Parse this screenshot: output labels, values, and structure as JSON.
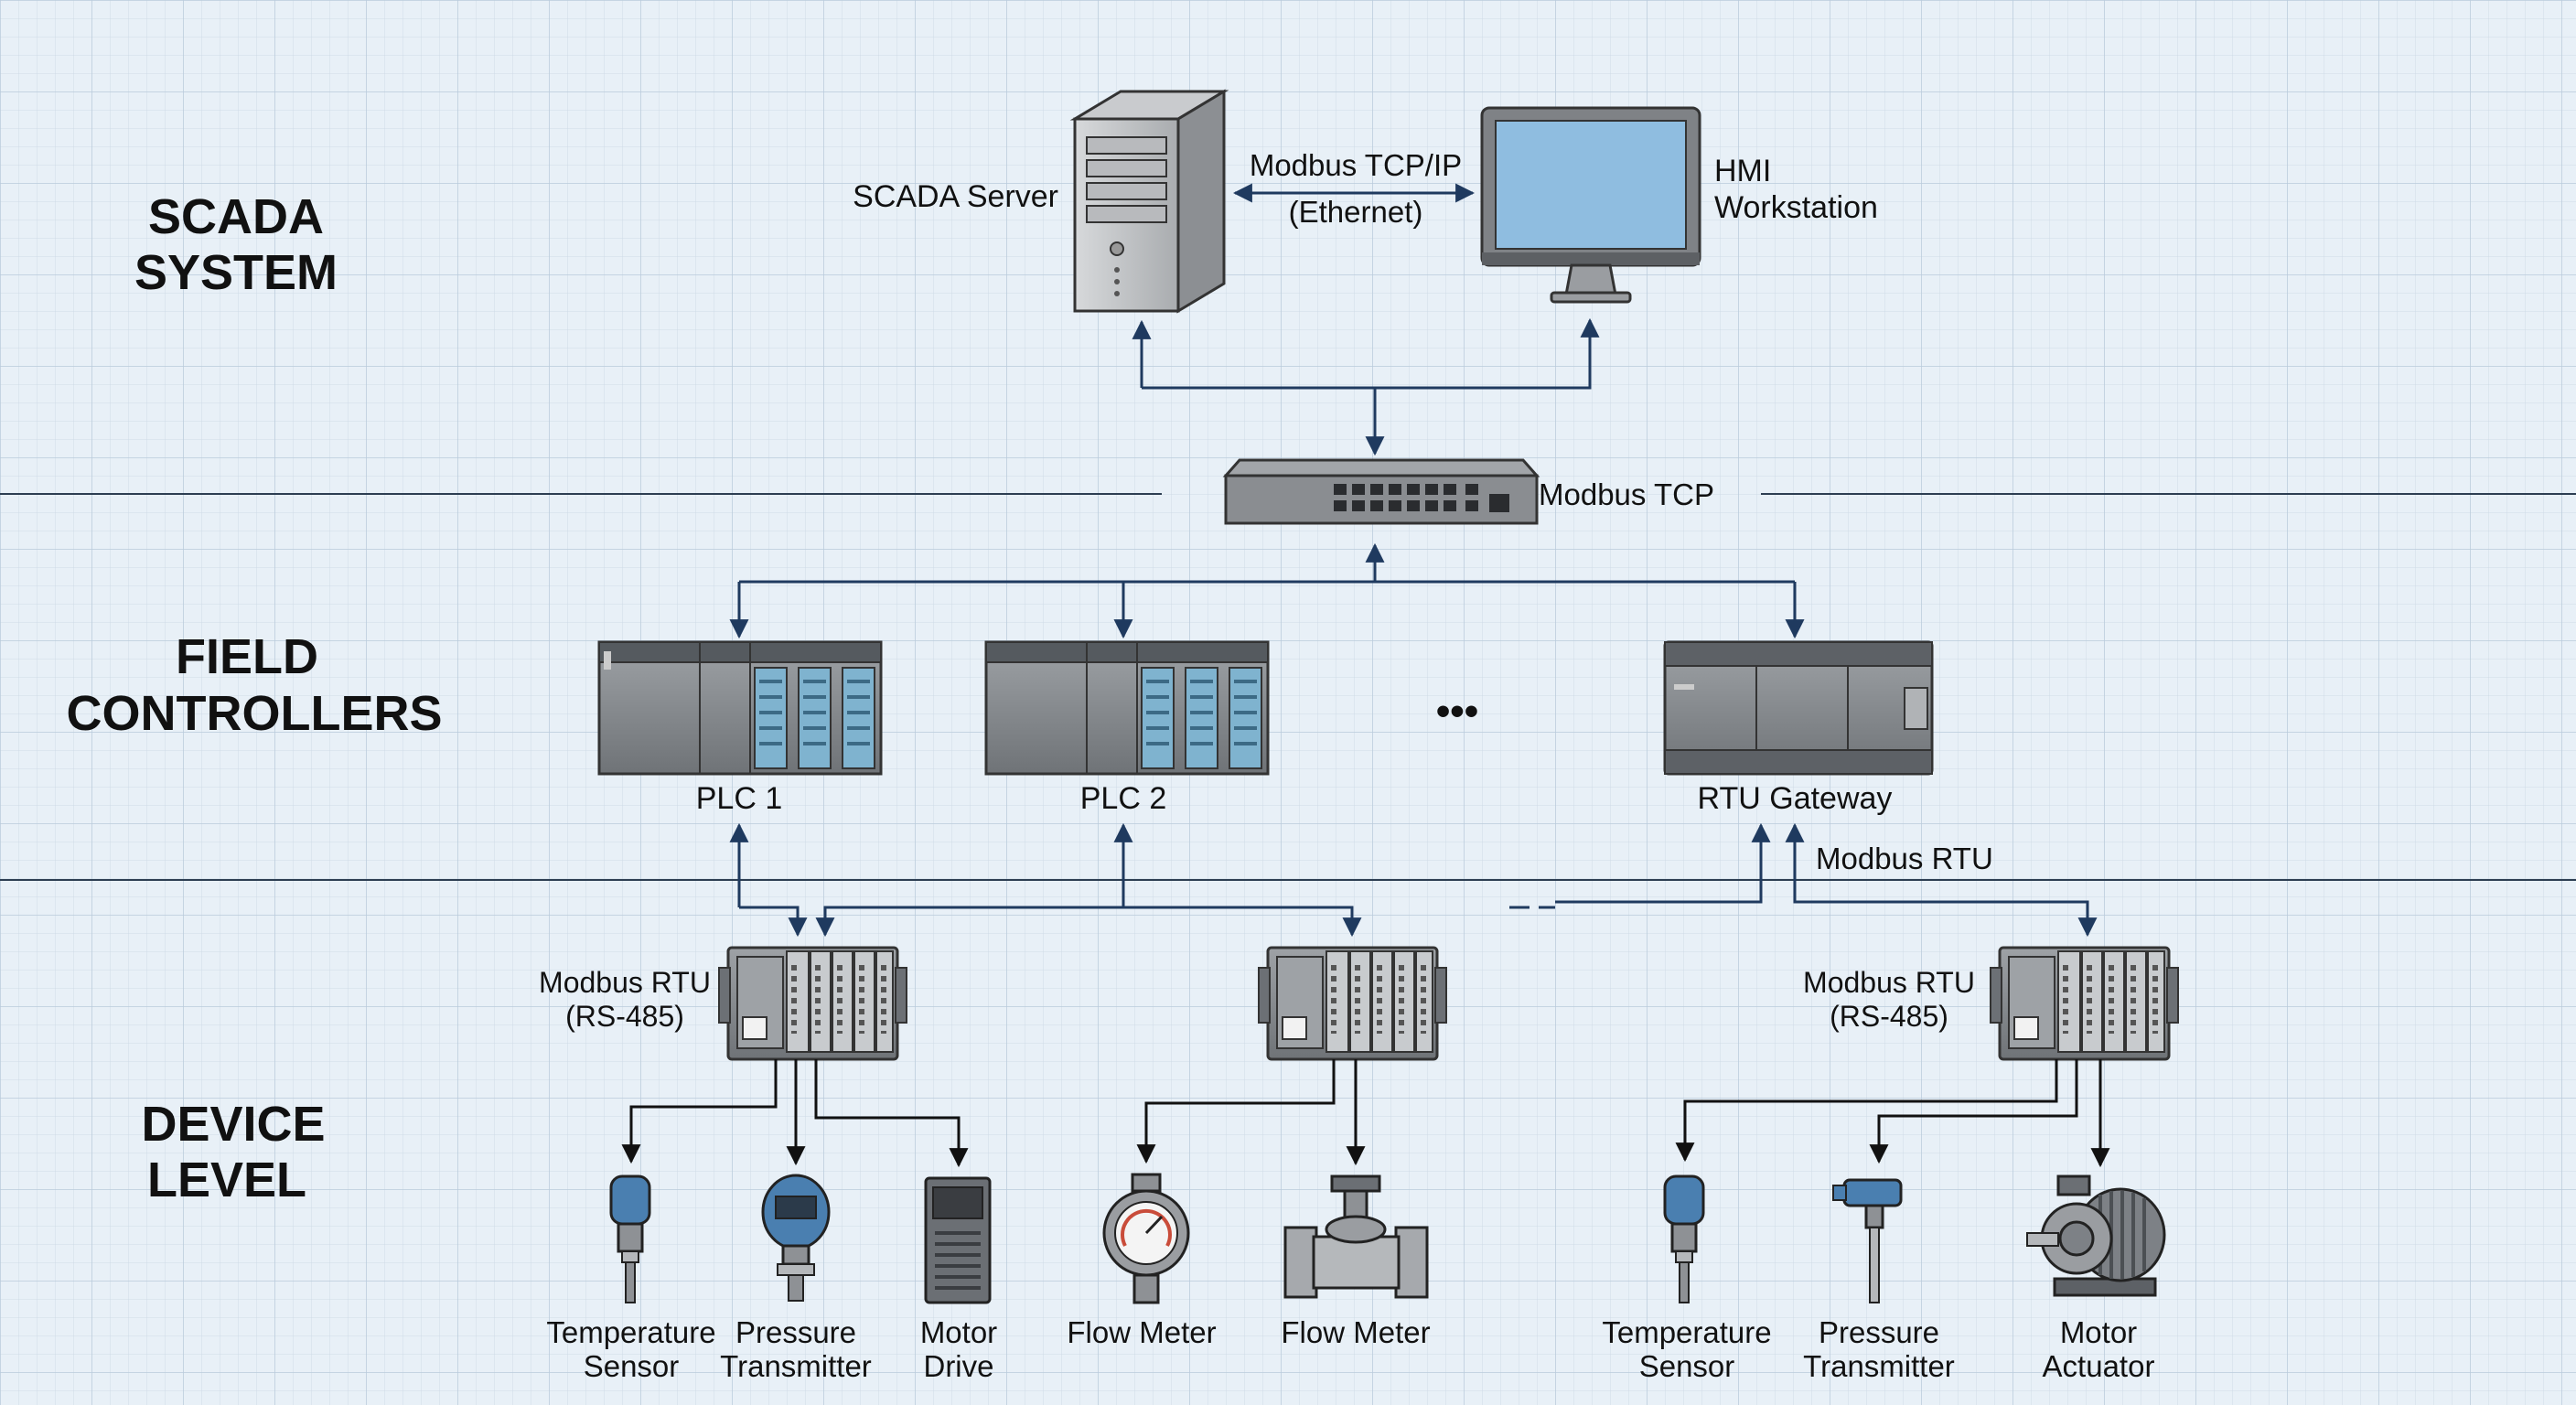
{
  "tiers": {
    "scada": [
      "SCADA",
      "SYSTEM"
    ],
    "field": [
      "FIELD",
      "CONTROLLERS"
    ],
    "device": [
      "DEVICE",
      "LEVEL"
    ]
  },
  "scada_level": {
    "server_label": "SCADA Server",
    "hmi_label": [
      "HMI",
      "Workstation"
    ],
    "link_label": [
      "Modbus TCP/IP",
      "(Ethernet)"
    ],
    "switch_label": "Modbus TCP"
  },
  "controllers": {
    "plc1": "PLC 1",
    "plc2": "PLC 2",
    "ellipsis": "•••",
    "rtu": "RTU Gateway",
    "rtu_bus_label": "Modbus RTU"
  },
  "io_modules": {
    "left_label": [
      "Modbus RTU",
      "(RS-485)"
    ],
    "right_label": [
      "Modbus RTU",
      "(RS-485)"
    ]
  },
  "devices": [
    {
      "type": "temperature-sensor",
      "label": [
        "Temperature",
        "Sensor"
      ]
    },
    {
      "type": "pressure-transmitter",
      "label": [
        "Pressure",
        "Transmitter"
      ]
    },
    {
      "type": "motor-drive",
      "label": [
        "Motor",
        "Drive"
      ]
    },
    {
      "type": "flow-meter-gauge",
      "label": [
        "Flow Meter"
      ]
    },
    {
      "type": "flow-meter-valve",
      "label": [
        "Flow Meter"
      ]
    },
    {
      "type": "temperature-sensor",
      "label": [
        "Temperature",
        "Sensor"
      ]
    },
    {
      "type": "pressure-transmitter",
      "label": [
        "Pressure",
        "Transmitter"
      ]
    },
    {
      "type": "motor-actuator",
      "label": [
        "Motor",
        "Actuator"
      ]
    }
  ],
  "colors": {
    "background": "#e8f0f7",
    "grid": "#c3d4e3",
    "link": "#1f3a5f",
    "device_body": "#8a8d91",
    "accent_blue": "#4a7fb0",
    "screen": "#8fbde0"
  }
}
